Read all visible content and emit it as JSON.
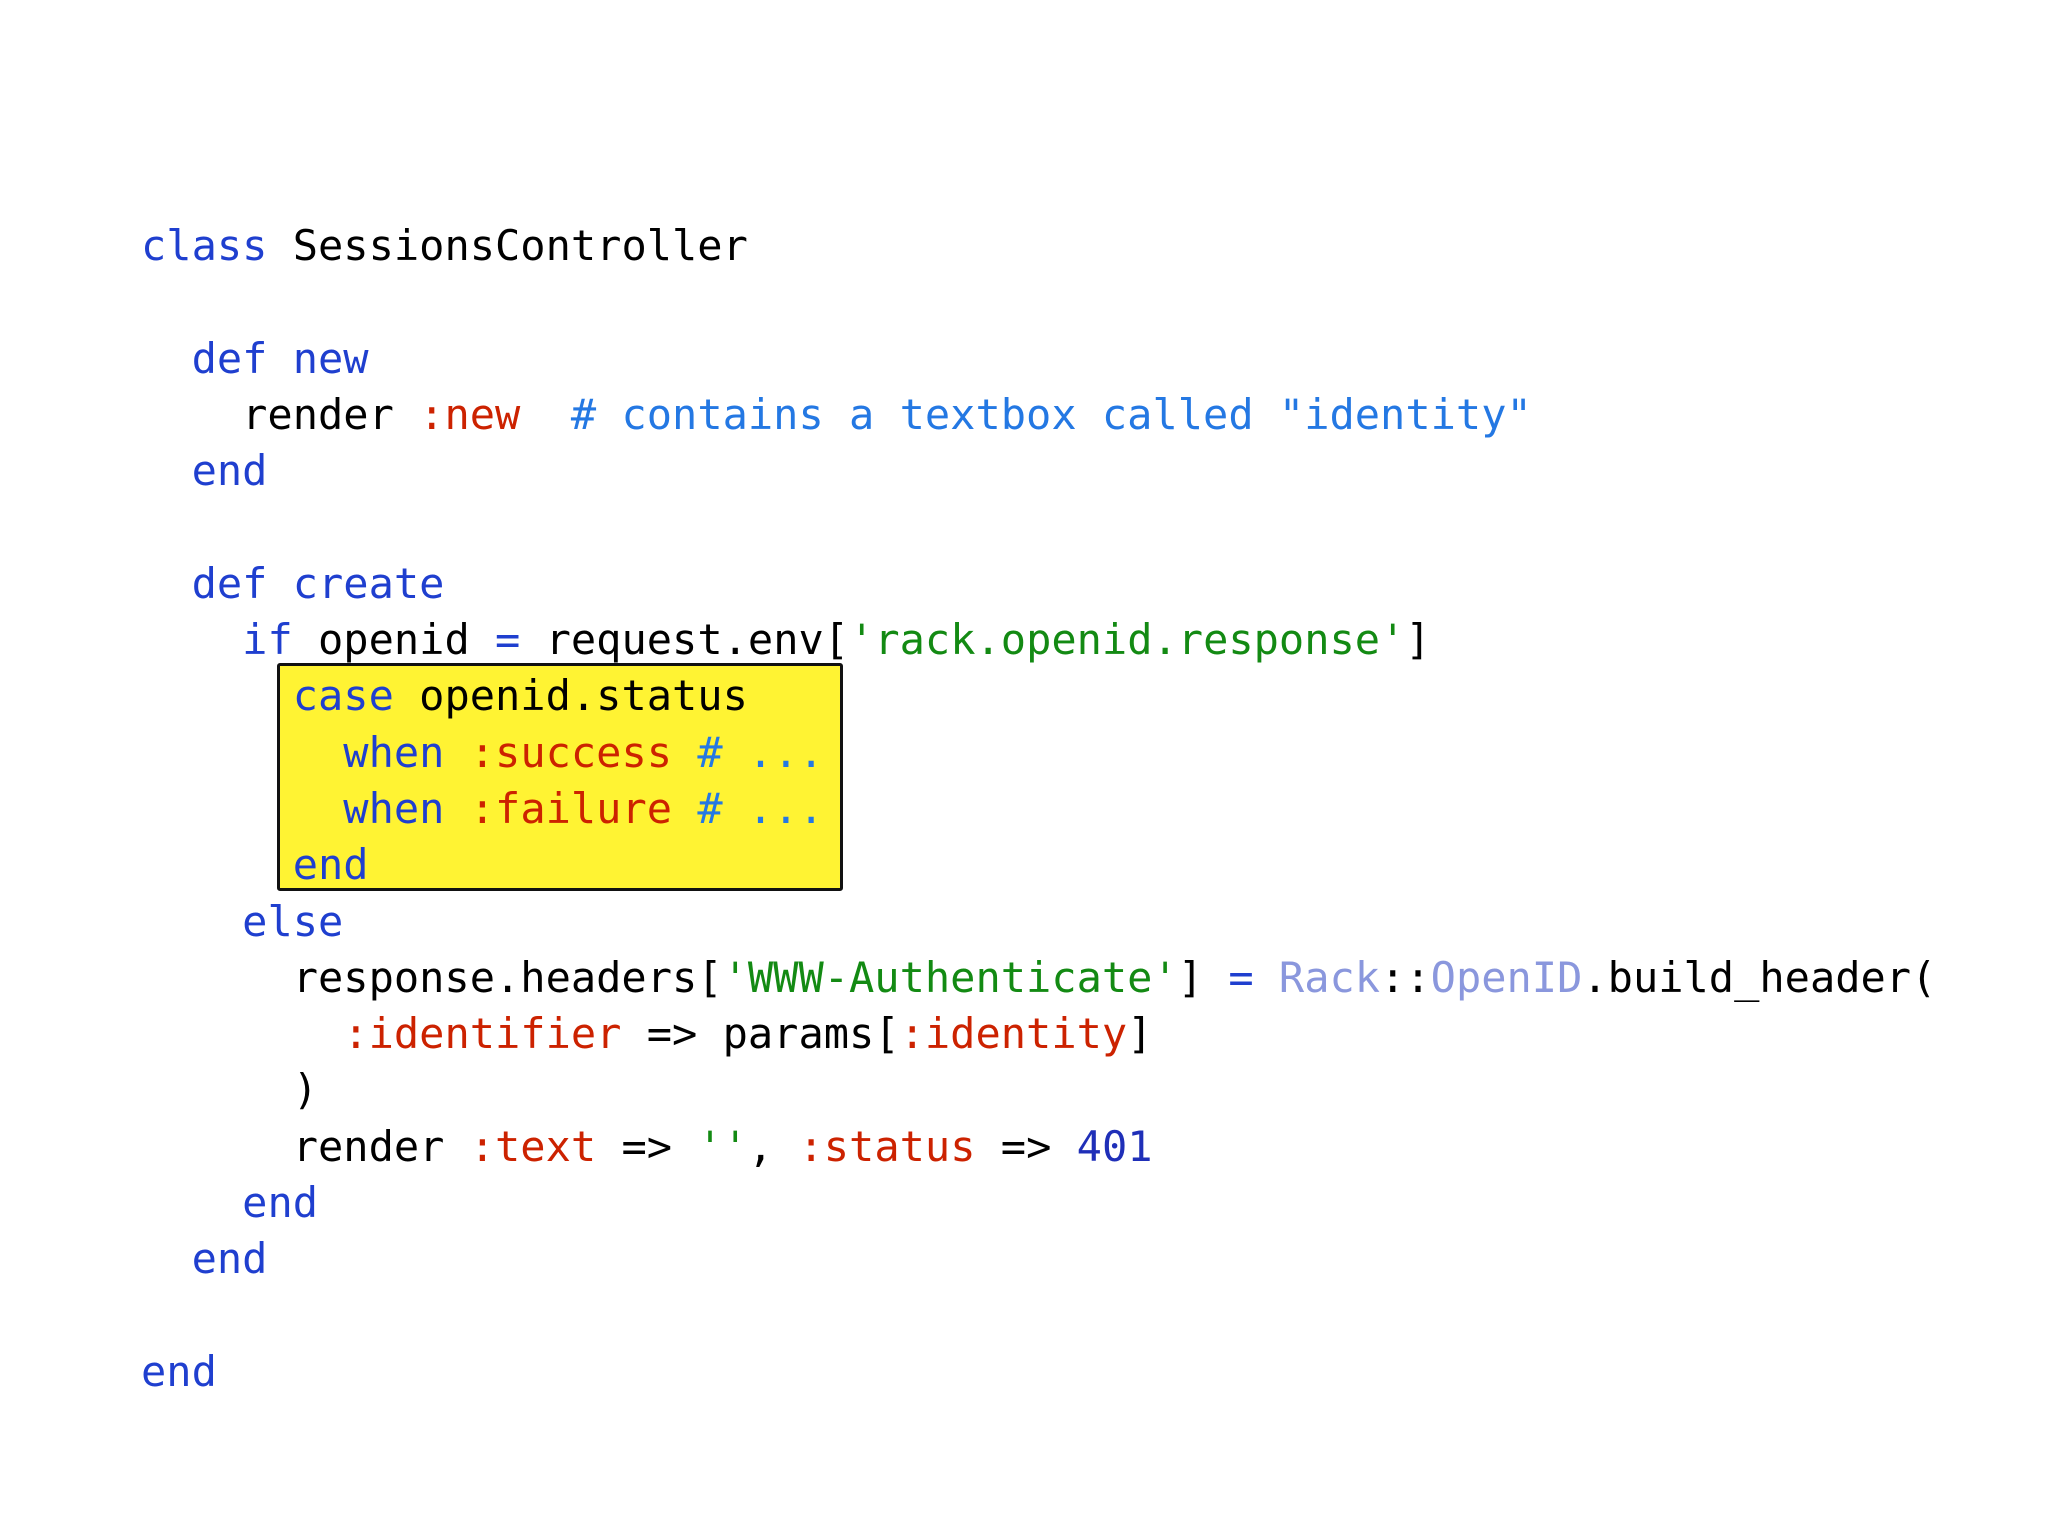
{
  "colors": {
    "background": "#ffffff",
    "keyword": "#1f3fcf",
    "symbol": "#cc2200",
    "string": "#138a13",
    "comment": "#2478e3",
    "constant": "#8a97dd",
    "number": "#1f2fb8",
    "highlight": "#fff333"
  },
  "code": {
    "lines": [
      [
        {
          "t": "class",
          "k": "keyword"
        },
        {
          "t": " SessionsController",
          "k": "default"
        }
      ],
      [],
      [
        {
          "t": "  ",
          "k": "default"
        },
        {
          "t": "def new",
          "k": "keyword"
        }
      ],
      [
        {
          "t": "    render ",
          "k": "default"
        },
        {
          "t": ":new",
          "k": "symbol"
        },
        {
          "t": "  ",
          "k": "default"
        },
        {
          "t": "# contains a textbox called \"identity\"",
          "k": "comment"
        }
      ],
      [
        {
          "t": "  ",
          "k": "default"
        },
        {
          "t": "end",
          "k": "keyword"
        }
      ],
      [],
      [
        {
          "t": "  ",
          "k": "default"
        },
        {
          "t": "def create",
          "k": "keyword"
        }
      ],
      [
        {
          "t": "    ",
          "k": "default"
        },
        {
          "t": "if",
          "k": "keyword"
        },
        {
          "t": " openid ",
          "k": "default"
        },
        {
          "t": "=",
          "k": "keyword"
        },
        {
          "t": " request.env[",
          "k": "default"
        },
        {
          "t": "'rack.openid.response'",
          "k": "string"
        },
        {
          "t": "]",
          "k": "default"
        }
      ],
      [
        {
          "t": "      ",
          "k": "default"
        },
        {
          "t": "case",
          "k": "keyword"
        },
        {
          "t": " openid.status",
          "k": "default"
        }
      ],
      [
        {
          "t": "        ",
          "k": "default"
        },
        {
          "t": "when",
          "k": "keyword"
        },
        {
          "t": " ",
          "k": "default"
        },
        {
          "t": ":success",
          "k": "symbol"
        },
        {
          "t": " ",
          "k": "default"
        },
        {
          "t": "# ...",
          "k": "comment"
        }
      ],
      [
        {
          "t": "        ",
          "k": "default"
        },
        {
          "t": "when",
          "k": "keyword"
        },
        {
          "t": " ",
          "k": "default"
        },
        {
          "t": ":failure",
          "k": "symbol"
        },
        {
          "t": " ",
          "k": "default"
        },
        {
          "t": "# ...",
          "k": "comment"
        }
      ],
      [
        {
          "t": "      ",
          "k": "default"
        },
        {
          "t": "end",
          "k": "keyword"
        }
      ],
      [
        {
          "t": "    ",
          "k": "default"
        },
        {
          "t": "else",
          "k": "keyword"
        }
      ],
      [
        {
          "t": "      response.headers[",
          "k": "default"
        },
        {
          "t": "'WWW-Authenticate'",
          "k": "string"
        },
        {
          "t": "] ",
          "k": "default"
        },
        {
          "t": "=",
          "k": "keyword"
        },
        {
          "t": " ",
          "k": "default"
        },
        {
          "t": "Rack",
          "k": "const"
        },
        {
          "t": "::",
          "k": "default"
        },
        {
          "t": "OpenID",
          "k": "const"
        },
        {
          "t": ".build_header(",
          "k": "default"
        }
      ],
      [
        {
          "t": "        ",
          "k": "default"
        },
        {
          "t": ":identifier",
          "k": "symbol"
        },
        {
          "t": " => params[",
          "k": "default"
        },
        {
          "t": ":identity",
          "k": "symbol"
        },
        {
          "t": "]",
          "k": "default"
        }
      ],
      [
        {
          "t": "      )",
          "k": "default"
        }
      ],
      [
        {
          "t": "      render ",
          "k": "default"
        },
        {
          "t": ":text",
          "k": "symbol"
        },
        {
          "t": " => ",
          "k": "default"
        },
        {
          "t": "''",
          "k": "string"
        },
        {
          "t": ", ",
          "k": "default"
        },
        {
          "t": ":status",
          "k": "symbol"
        },
        {
          "t": " => ",
          "k": "default"
        },
        {
          "t": "401",
          "k": "number"
        }
      ],
      [
        {
          "t": "    ",
          "k": "default"
        },
        {
          "t": "end",
          "k": "keyword"
        }
      ],
      [
        {
          "t": "  ",
          "k": "default"
        },
        {
          "t": "end",
          "k": "keyword"
        }
      ],
      [],
      [
        {
          "t": "end",
          "k": "keyword"
        }
      ]
    ]
  }
}
